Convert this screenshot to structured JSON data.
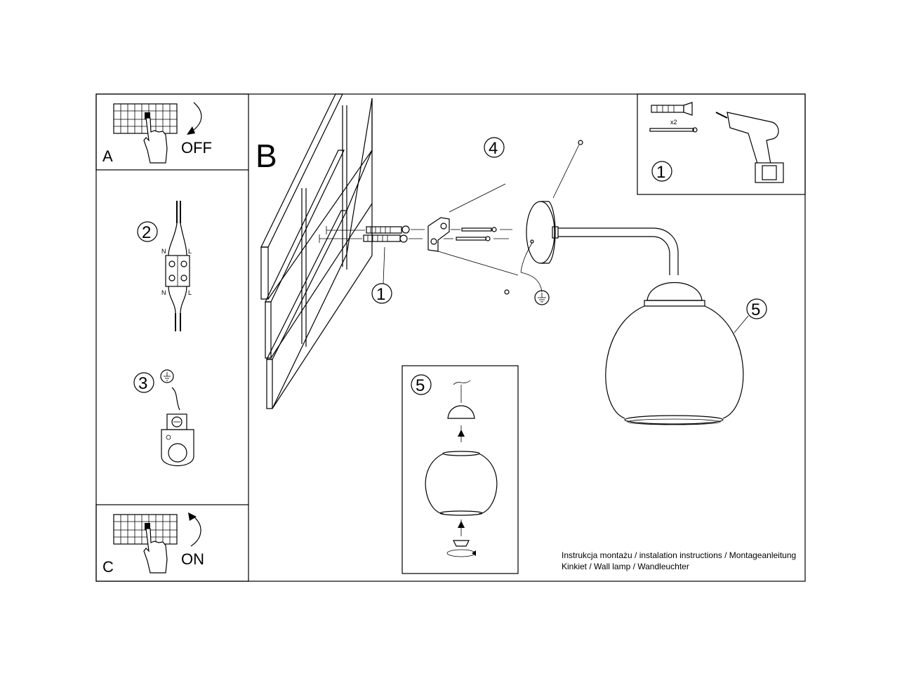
{
  "panels": {
    "a": {
      "letter": "A",
      "label": "OFF"
    },
    "c": {
      "letter": "C",
      "label": "ON"
    }
  },
  "main": {
    "letter": "B"
  },
  "steps": {
    "wiring": {
      "number": "2",
      "n_top": "N",
      "l_top": "L",
      "n_bottom": "N",
      "l_bottom": "L"
    },
    "ground": {
      "number": "3"
    },
    "drill": {
      "number": "1",
      "quantity": "x2"
    },
    "plug_label": {
      "number": "1"
    },
    "bracket_label": {
      "number": "4"
    },
    "lamp_label": {
      "number": "5"
    },
    "detail": {
      "number": "5"
    }
  },
  "caption": {
    "line1": "Instrukcja montażu / instalation instructions / Montageanleitung",
    "line2": "Kinkiet / Wall lamp / Wandleuchter"
  },
  "icons": [
    "breaker-panel-icon",
    "hand-icon",
    "curved-arrow-icon",
    "terminal-block-icon",
    "ground-symbol-icon",
    "ground-clamp-icon",
    "wall-plug-icon",
    "screw-icon",
    "drill-icon",
    "wall-tiles-icon",
    "mounting-bracket-icon",
    "wall-lamp-icon",
    "glass-globe-icon"
  ]
}
